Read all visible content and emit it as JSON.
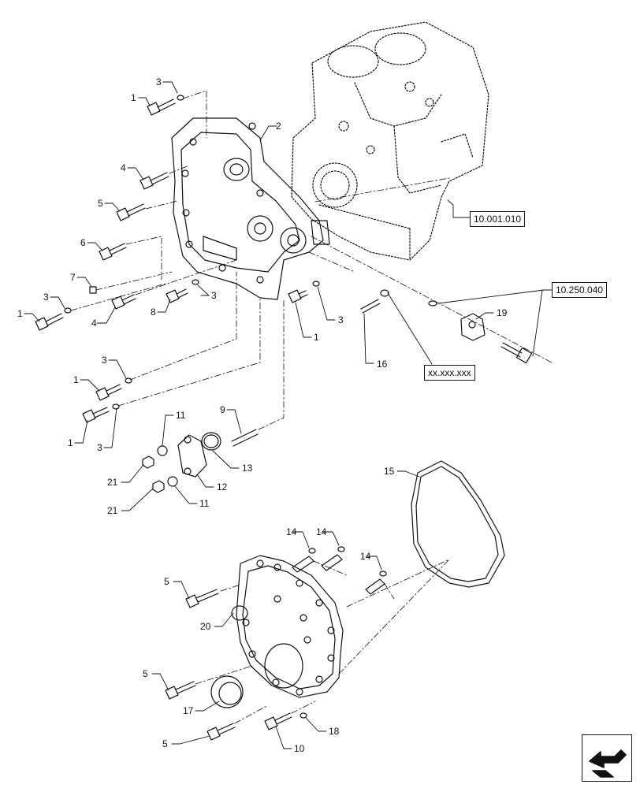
{
  "callouts": [
    {
      "id": "c1",
      "text": "1"
    },
    {
      "id": "c2",
      "text": "3"
    },
    {
      "id": "c3",
      "text": "2"
    },
    {
      "id": "c4",
      "text": "4"
    },
    {
      "id": "c5",
      "text": "5"
    },
    {
      "id": "c6",
      "text": "6"
    },
    {
      "id": "c7",
      "text": "7"
    },
    {
      "id": "c8",
      "text": "3"
    },
    {
      "id": "c9",
      "text": "1"
    },
    {
      "id": "c10",
      "text": "4"
    },
    {
      "id": "c11",
      "text": "8"
    },
    {
      "id": "c12",
      "text": "3"
    },
    {
      "id": "c13",
      "text": "3"
    },
    {
      "id": "c14",
      "text": "1"
    },
    {
      "id": "c15",
      "text": "16"
    },
    {
      "id": "c16",
      "text": "19"
    },
    {
      "id": "c17",
      "text": "3"
    },
    {
      "id": "c18",
      "text": "1"
    },
    {
      "id": "c19",
      "text": "1"
    },
    {
      "id": "c20",
      "text": "3"
    },
    {
      "id": "c21",
      "text": "9"
    },
    {
      "id": "c22",
      "text": "11"
    },
    {
      "id": "c23",
      "text": "13"
    },
    {
      "id": "c24",
      "text": "21"
    },
    {
      "id": "c25",
      "text": "12"
    },
    {
      "id": "c26",
      "text": "21"
    },
    {
      "id": "c27",
      "text": "11"
    },
    {
      "id": "c28",
      "text": "15"
    },
    {
      "id": "c29",
      "text": "14"
    },
    {
      "id": "c30",
      "text": "14"
    },
    {
      "id": "c31",
      "text": "14"
    },
    {
      "id": "c32",
      "text": "5"
    },
    {
      "id": "c33",
      "text": "20"
    },
    {
      "id": "c34",
      "text": "5"
    },
    {
      "id": "c35",
      "text": "17"
    },
    {
      "id": "c36",
      "text": "18"
    },
    {
      "id": "c37",
      "text": "5"
    },
    {
      "id": "c38",
      "text": "10"
    }
  ],
  "references": {
    "engine_block": "10.001.010",
    "cover_plate": "10.250.040",
    "stud_ref": "xx.xxx.xxx"
  },
  "icons": {
    "navigation": "next-page-arrow-icon"
  }
}
